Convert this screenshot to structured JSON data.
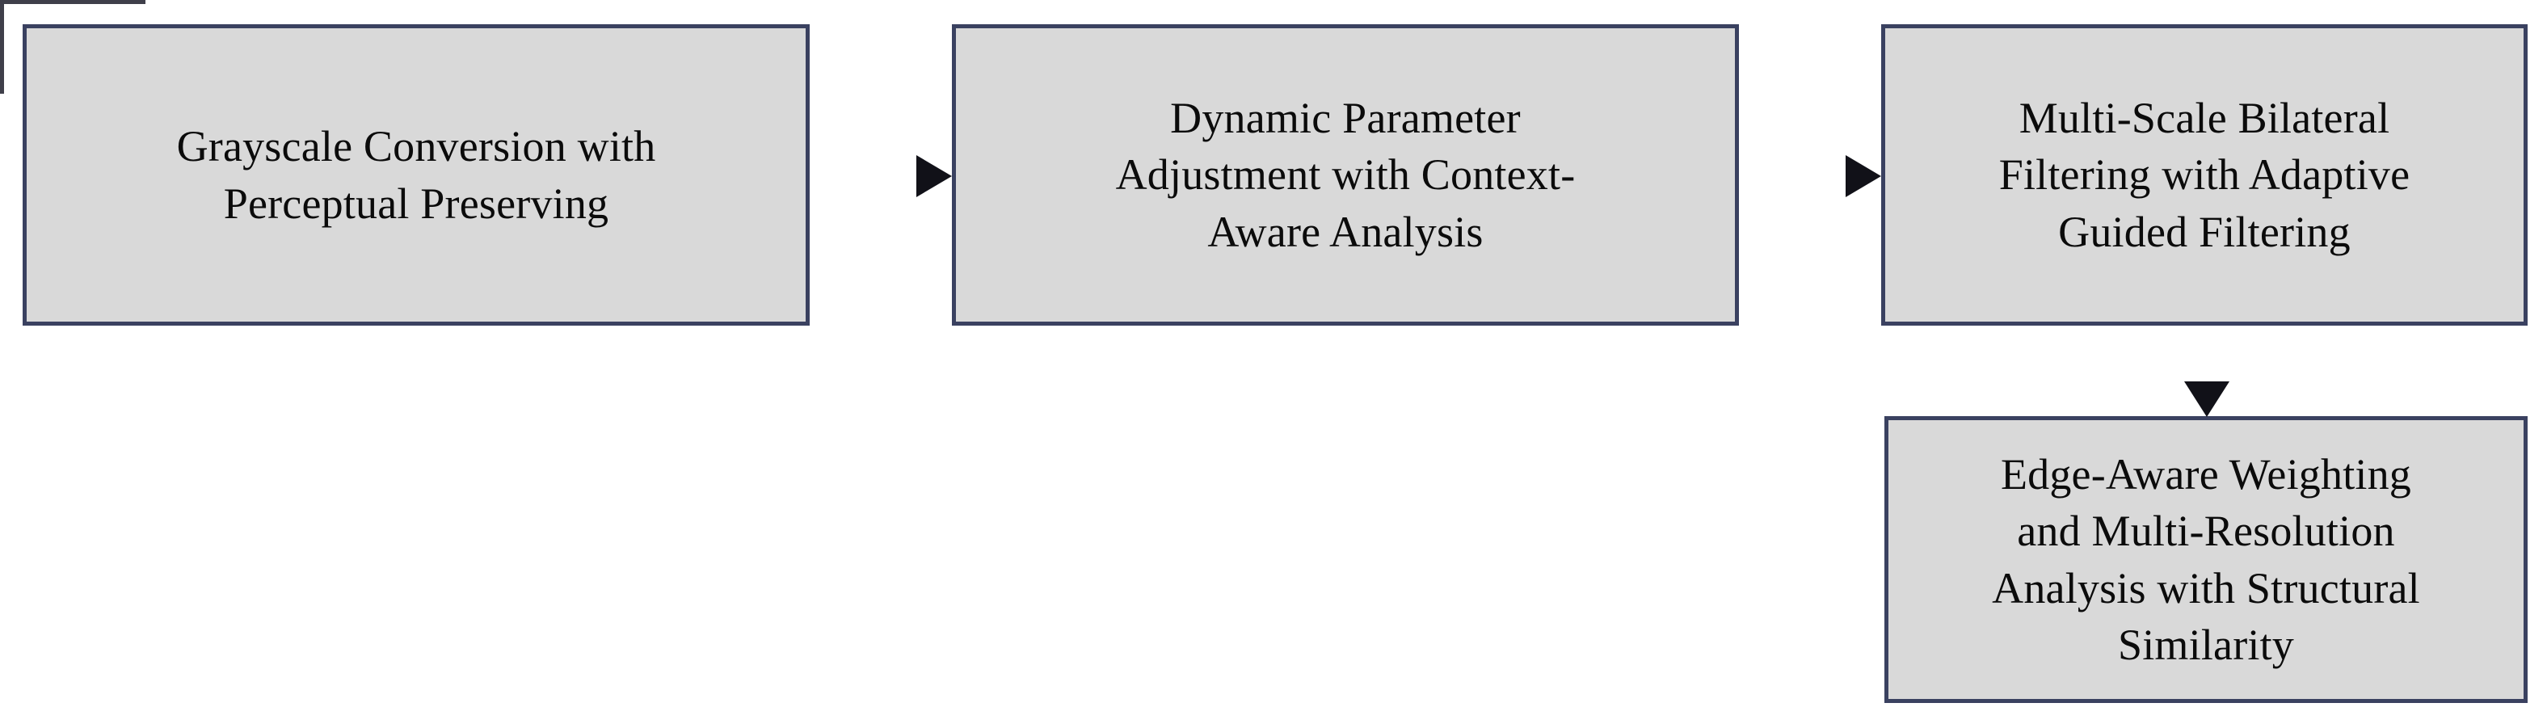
{
  "diagram": {
    "type": "flowchart",
    "orientation": "left-to-right with one downward branch",
    "background_color": "#ffffff",
    "node_fill_color": "#d9d9d9",
    "node_border_color": "#3a4160",
    "connector_color": "#3f3f4a",
    "text_color": "#0b0b0b",
    "nodes": [
      {
        "id": "grayscale",
        "label": "Grayscale Conversion with\nPerceptual Preserving",
        "order": 1
      },
      {
        "id": "dynamic",
        "label": "Dynamic Parameter\nAdjustment with Context-\nAware Analysis",
        "order": 2
      },
      {
        "id": "multiscale",
        "label": "Multi-Scale Bilateral\nFiltering with Adaptive\nGuided Filtering",
        "order": 3
      },
      {
        "id": "edgeaware",
        "label": "Edge-Aware Weighting\nand Multi-Resolution\nAnalysis with Structural\nSimilarity",
        "order": 4
      }
    ],
    "connectors": [
      {
        "id": "grayscale-to-dynamic",
        "from": "grayscale",
        "to": "dynamic",
        "direction": "right"
      },
      {
        "id": "dynamic-to-multiscale",
        "from": "dynamic",
        "to": "multiscale",
        "direction": "right"
      },
      {
        "id": "multiscale-to-edgeaware",
        "from": "multiscale",
        "to": "edgeaware",
        "direction": "down"
      }
    ]
  }
}
